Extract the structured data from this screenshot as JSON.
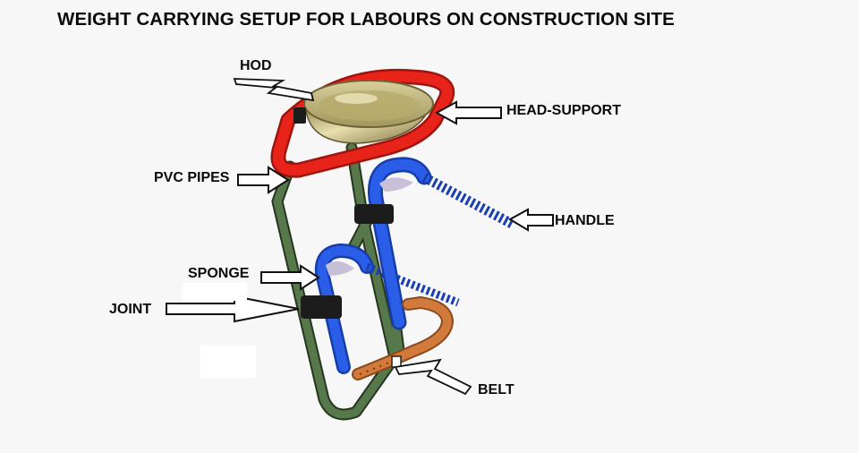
{
  "title": "WEIGHT CARRYING SETUP FOR LABOURS ON CONSTRUCTION SITE",
  "labels": {
    "hod": "HOD",
    "head_support": "HEAD-SUPPORT",
    "pvc_pipes": "PVC PIPES",
    "handle": "HANDLE",
    "sponge": "SPONGE",
    "joint": "JOINT",
    "belt": "BELT"
  },
  "colors": {
    "background": "#f7f7f7",
    "head_support": "#e8231a",
    "hod": "#c9b56a",
    "pvc_pipe": "#4a6b3c",
    "handle": "#1f4fd6",
    "sponge": "#c8c0d8",
    "joint": "#1c1c1c",
    "belt": "#d27a3c",
    "label_text": "#0a0a0a"
  }
}
